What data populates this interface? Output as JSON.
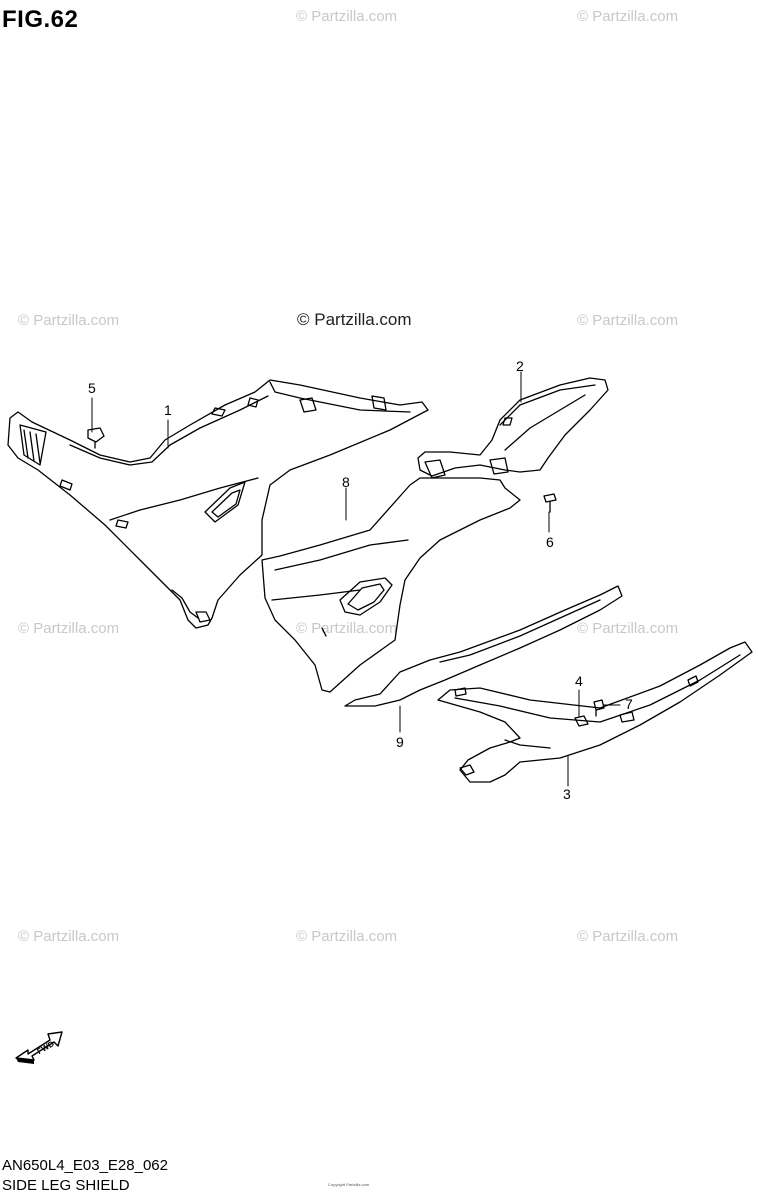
{
  "figure": {
    "title": "FIG.62",
    "model_code": "AN650L4_E03_E28_062",
    "name": "SIDE LEG SHIELD",
    "fine_print": "Copyright Partzilla.com"
  },
  "watermark": {
    "text": "© Partzilla.com"
  },
  "arrow": {
    "label": "FWD"
  },
  "callouts": [
    {
      "id": "callout-1",
      "label": "1"
    },
    {
      "id": "callout-2",
      "label": "2"
    },
    {
      "id": "callout-3",
      "label": "3"
    },
    {
      "id": "callout-4",
      "label": "4"
    },
    {
      "id": "callout-5",
      "label": "5"
    },
    {
      "id": "callout-6",
      "label": "6"
    },
    {
      "id": "callout-7",
      "label": "7"
    },
    {
      "id": "callout-8",
      "label": "8"
    },
    {
      "id": "callout-9",
      "label": "9"
    }
  ]
}
